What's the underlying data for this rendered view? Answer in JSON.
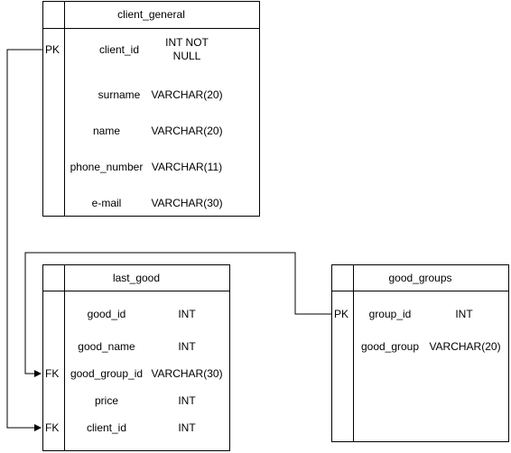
{
  "tables": {
    "client_general": {
      "title": "client_general",
      "rows": [
        {
          "key": "PK",
          "name": "client_id",
          "type": "INT NOT\nNULL"
        },
        {
          "key": "",
          "name": "surname",
          "type": "VARCHAR(20)"
        },
        {
          "key": "",
          "name": "name",
          "type": "VARCHAR(20)"
        },
        {
          "key": "",
          "name": "phone_number",
          "type": "VARCHAR(11)"
        },
        {
          "key": "",
          "name": "e-mail",
          "type": "VARCHAR(30)"
        }
      ]
    },
    "last_good": {
      "title": "last_good",
      "rows": [
        {
          "key": "",
          "name": "good_id",
          "type": "INT"
        },
        {
          "key": "",
          "name": "good_name",
          "type": "INT"
        },
        {
          "key": "FK",
          "name": "good_group_id",
          "type": "VARCHAR(30)"
        },
        {
          "key": "",
          "name": "price",
          "type": "INT"
        },
        {
          "key": "FK",
          "name": "client_id",
          "type": "INT"
        }
      ]
    },
    "good_groups": {
      "title": "good_groups",
      "rows": [
        {
          "key": "PK",
          "name": "group_id",
          "type": "INT"
        },
        {
          "key": "",
          "name": "good_group",
          "type": "VARCHAR(20)"
        }
      ]
    }
  },
  "colors": {
    "line": "#000000",
    "background": "#ffffff"
  }
}
